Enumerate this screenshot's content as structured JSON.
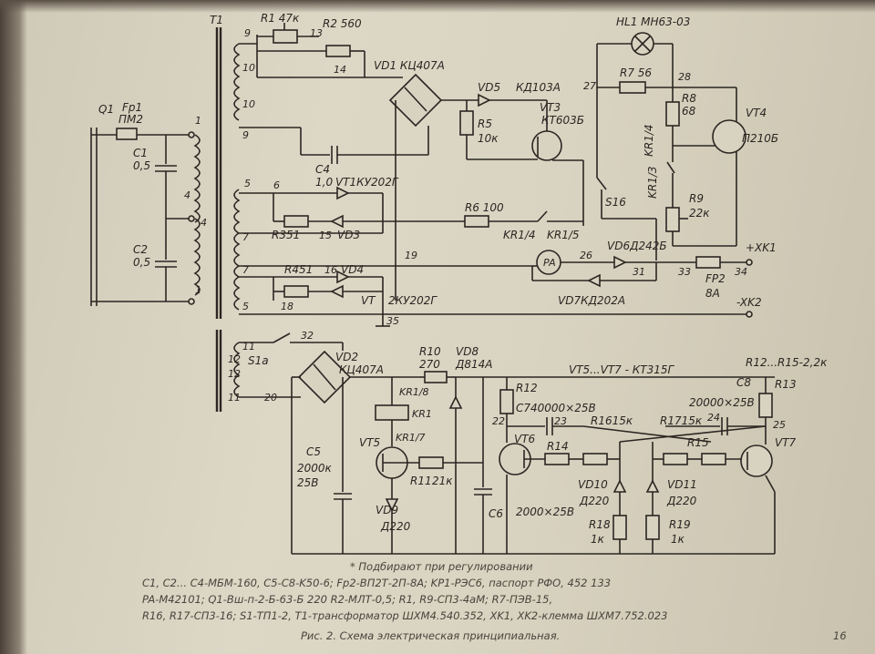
{
  "labels": {
    "Q1": "Q1",
    "Fp1": "Fp1",
    "PM2": "ПМ2",
    "C1": "C1",
    "C1v": "0,5",
    "C2": "C2",
    "C2v": "0,5",
    "T1": "T1",
    "R1": "R1 47к",
    "R2": "R2 560",
    "n9": "9",
    "n10": "10",
    "n10b": "10",
    "n9b": "9",
    "n13": "13",
    "n14": "14",
    "n1": "1",
    "n4": "4",
    "n4b": "4",
    "n1b": "1",
    "n5": "5",
    "n6": "6",
    "n7": "7",
    "n7b": "7",
    "n5b": "5",
    "n15": "15",
    "n16": "16",
    "n18": "18",
    "n19": "19",
    "n35": "35",
    "VD1": "VD1 КЦ407А",
    "VD5": "VD5",
    "KD103A": "КД103А",
    "R5": "R5",
    "R5v": "10к",
    "VT3": "VT3",
    "KT603B": "КТ603Б",
    "C4": "C4",
    "C4v": "1,0",
    "VT1": "VT1КУ202Г",
    "R3": "R351",
    "VD3": "VD3",
    "R6": "R6 100",
    "KR14": "KR1/4",
    "KR15": "KR1/5",
    "R4": "R451",
    "VD4": "VD4",
    "VT": "VT",
    "KU202G": "2КУ202Г",
    "HL1": "HL1 МН63-03",
    "R7": "R7 56",
    "n27": "27",
    "n28": "28",
    "R8": "R8",
    "R8v": "68",
    "KR1": "KR1/4",
    "VT4": "VT4",
    "P210B": "П210Б",
    "KR13": "KR1/3",
    "S16": "S16",
    "R9": "R9",
    "R9v": "22к",
    "PA": "PA",
    "n26": "26",
    "VD6": "VD6Д242Б",
    "n31": "31",
    "XK1": "+XK1",
    "n33": "33",
    "FP2": "FP2",
    "n34": "34",
    "FP2v": "8A",
    "VD7": "VD7КД202А",
    "XK2": "-XK2",
    "n11": "11",
    "n32": "32",
    "n12": "12",
    "n12b": "12",
    "n11b": "11",
    "n20": "20",
    "S1a": "S1a",
    "VD2": "VD2",
    "KC407A": "КЦ407А",
    "R10": "R10",
    "R10v": "270",
    "VD8": "VD8",
    "D814A": "Д814А",
    "KR18": "KR1/8",
    "KR1b": "KR1",
    "KR17": "KR1/7",
    "C5": "C5",
    "C5v": "2000к",
    "C5v2": "25В",
    "VT5": "VT5",
    "R11": "R11",
    "R11v": "21к",
    "VD9": "VD9",
    "D220a": "Д220",
    "C6": "C6",
    "C6v": "2000×25В",
    "VTnote": "VT5...VT7 - КТ315Г",
    "Rnote": "R12...R15-2,2к",
    "R12": "R12",
    "C7": "C740000×25В",
    "n22": "22",
    "n23": "23",
    "R16": "R1615к",
    "R17": "R1715к",
    "n24": "24",
    "C8": "C8",
    "C8v": "20000×25В",
    "R13": "R13",
    "n25": "25",
    "VT6": "VT6",
    "VT7": "VT7",
    "R14": "R14",
    "R15": "R15",
    "VD10": "VD10",
    "D220b": "Д220",
    "VD11": "VD11",
    "D220c": "Д220",
    "R18": "R18",
    "R18v": "1к",
    "R19": "R19",
    "R19v": "1к"
  },
  "caption": {
    "note": "* Подбирают при регулировании",
    "line1": "C1, C2... C4-МБМ-160, C5-C8-K50-6; Fp2-ВП2Т-2П-8А; KP1-PЭC6, паспорт РФО, 452 133",
    "line2": "PA-M42101; Q1-Вш-п-2-Б-63-Б 220 R2-МЛТ-0,5; R1, R9-СП3-4аМ; R7-ПЭВ-15,",
    "line3": "R16, R17-СП3-16; S1-ТП1-2, T1-трансформатор ШХМ4.540.352, XK1, XK2-клемма ШХМ7.752.023",
    "figure": "Рис. 2. Схема электрическая принципиальная.",
    "page": "16"
  }
}
